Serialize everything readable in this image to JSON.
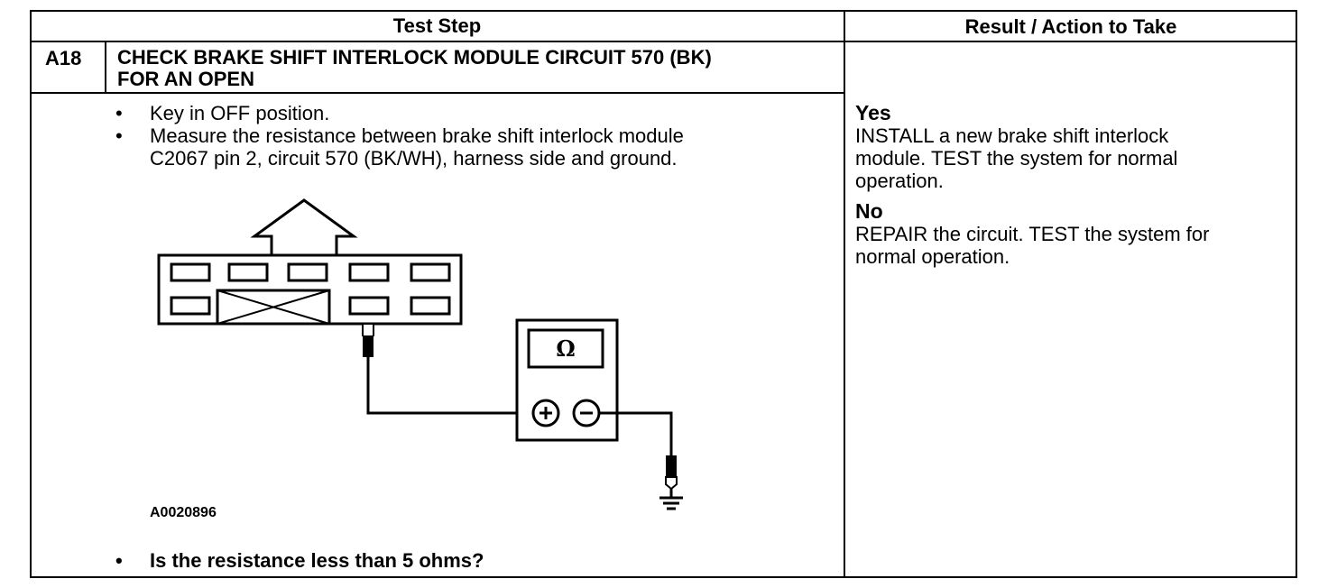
{
  "table": {
    "header_left": "Test Step",
    "header_right": "Result / Action to Take",
    "step_id": "A18",
    "step_title_line1": "CHECK BRAKE SHIFT INTERLOCK MODULE CIRCUIT 570 (BK)",
    "step_title_line2": "FOR AN OPEN",
    "bullets": [
      "Key in OFF position.",
      "Measure the resistance between brake shift interlock module",
      "C2067 pin 2, circuit 570 (BK/WH), harness side and ground."
    ],
    "bullet_glyph": "•",
    "figure_id": "A0020896",
    "meter_symbol": "Ω",
    "question": "Is the resistance less than 5 ohms?"
  },
  "result": {
    "yes_heading": "Yes",
    "yes_line1": "INSTALL a new brake shift interlock",
    "yes_line2": "module. TEST the system for normal",
    "yes_line3": "operation.",
    "no_heading": "No",
    "no_line1": "REPAIR the circuit. TEST the system for",
    "no_line2": "normal operation."
  }
}
